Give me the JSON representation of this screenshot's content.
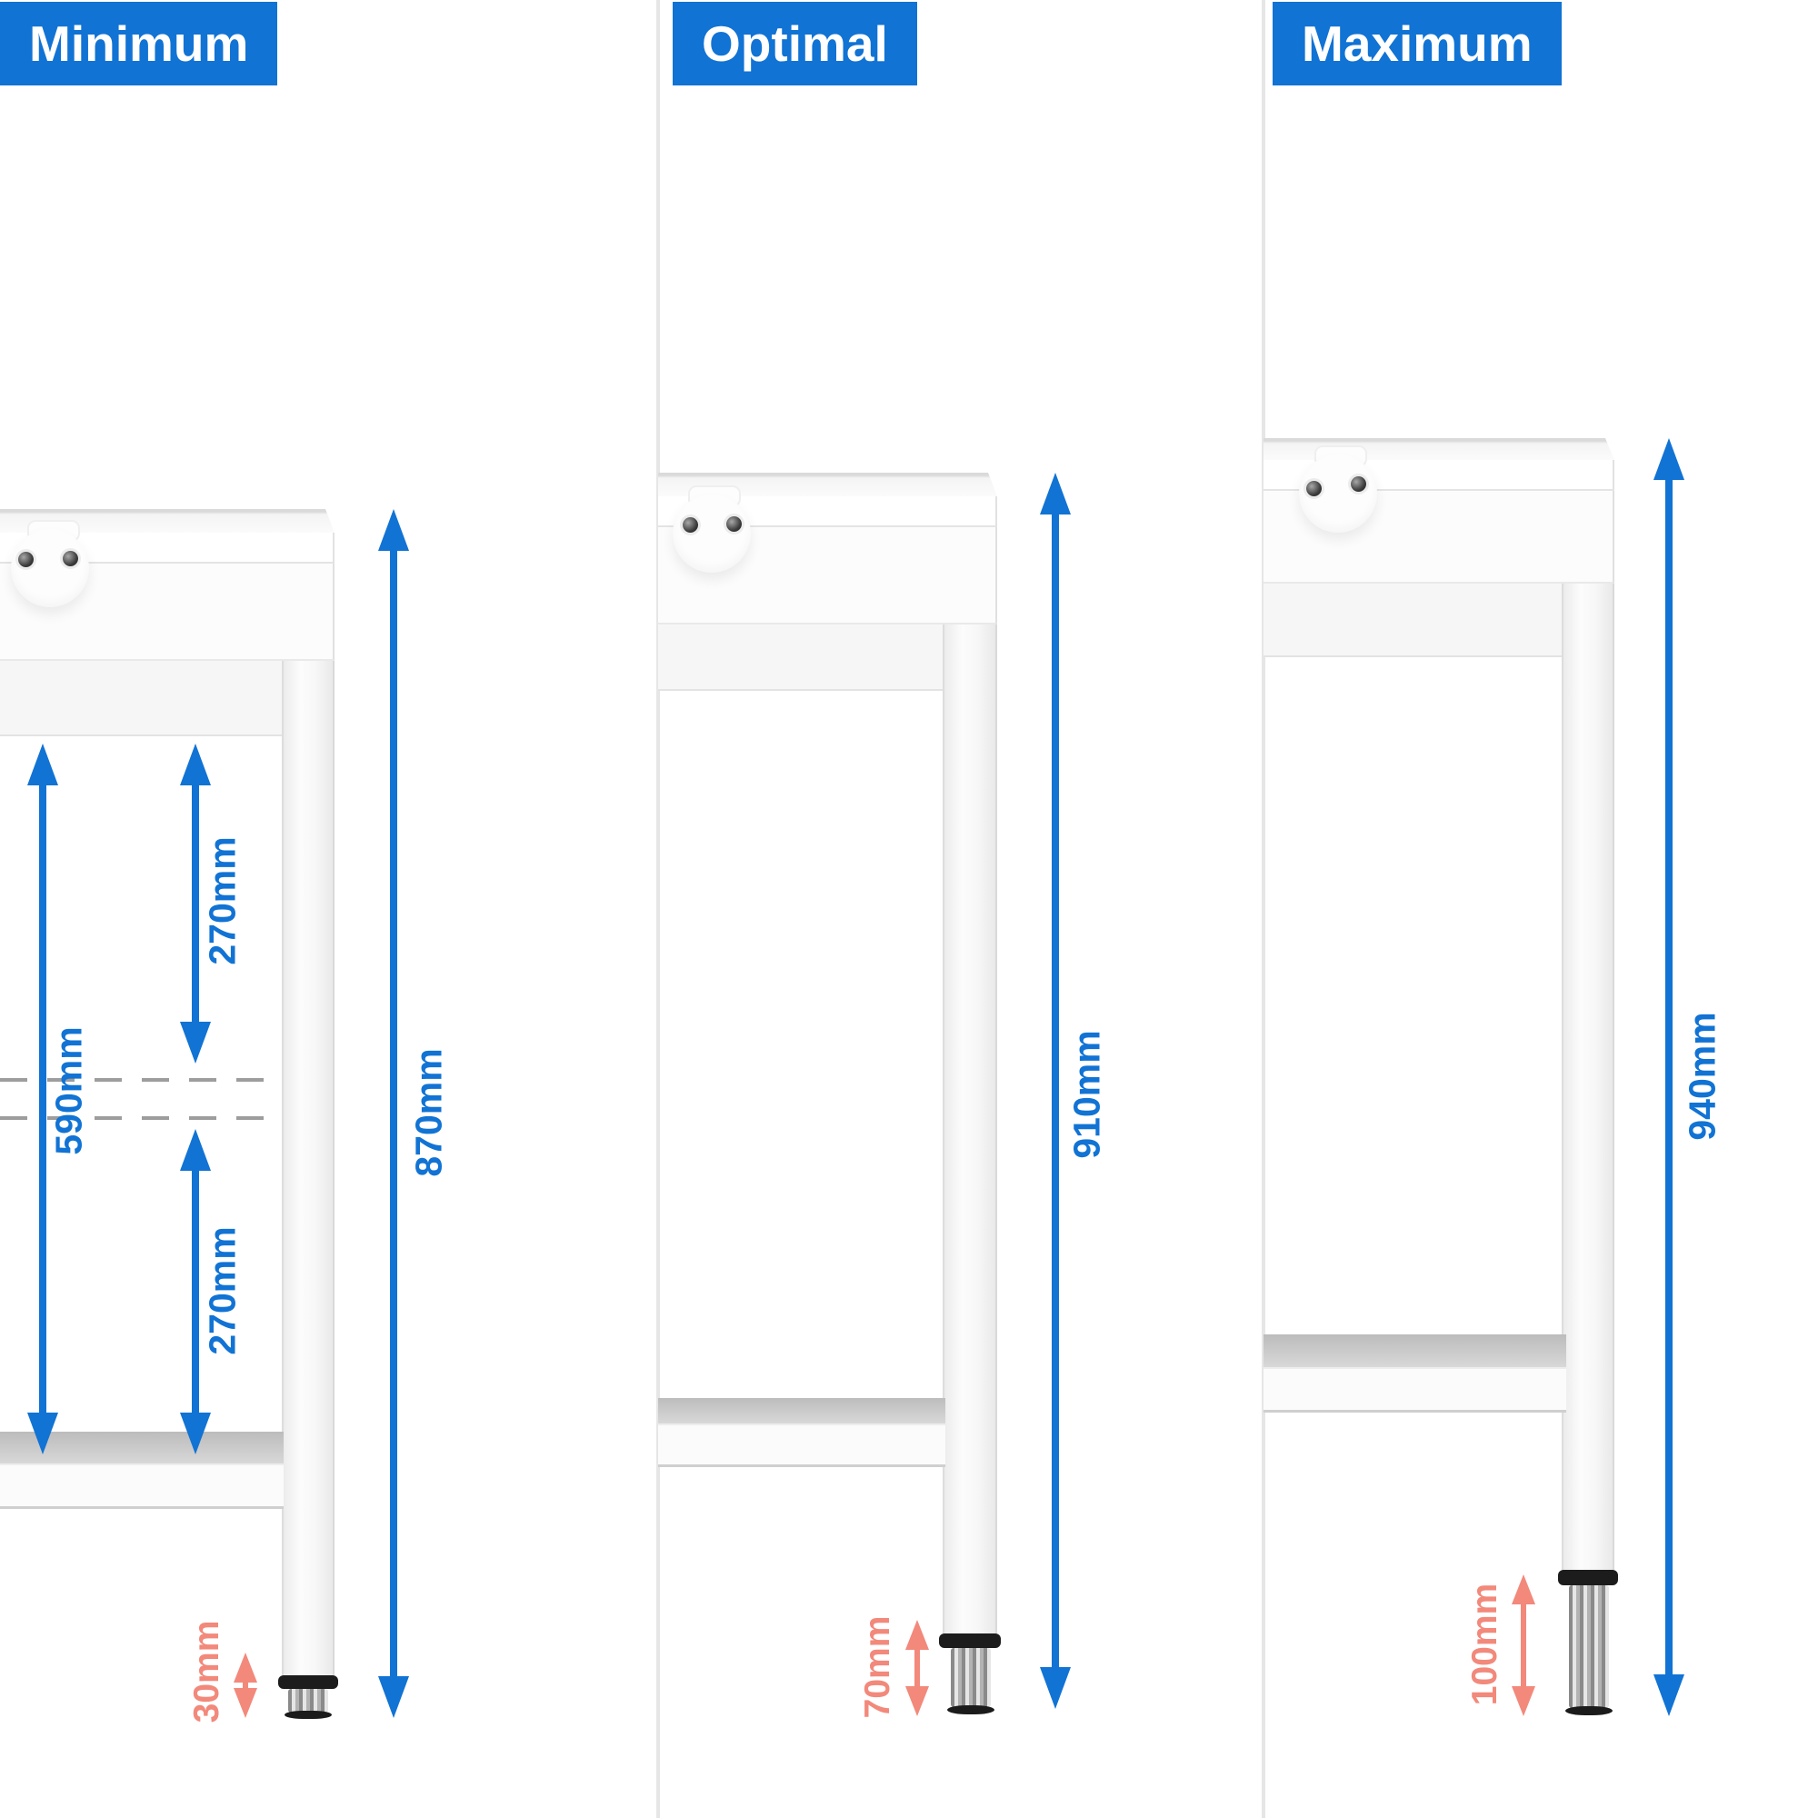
{
  "panels": [
    {
      "label": "Minimum",
      "total_height": "870mm",
      "foot_adjustment": "30mm",
      "shelf_to_top_gap": "270mm",
      "shelf_clearance": "590mm",
      "shelf_to_bottom_gap": "270mm"
    },
    {
      "label": "Optimal",
      "total_height": "910mm",
      "foot_adjustment": "70mm"
    },
    {
      "label": "Maximum",
      "total_height": "940mm",
      "foot_adjustment": "100mm"
    }
  ],
  "colors": {
    "accent_blue": "#1173d4",
    "accent_coral": "#f2897b",
    "badge_text": "#ffffff"
  }
}
